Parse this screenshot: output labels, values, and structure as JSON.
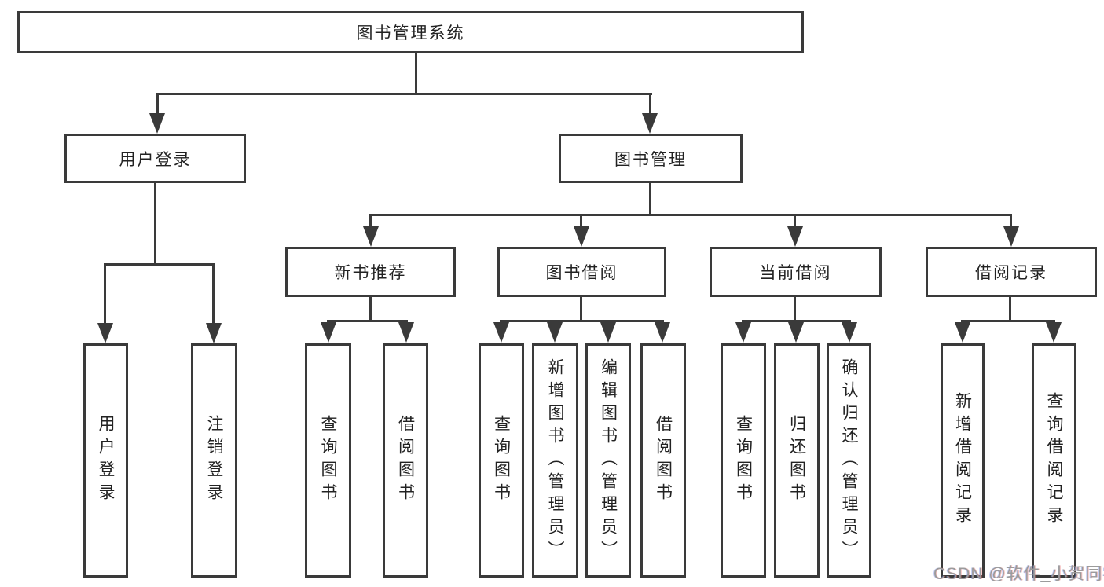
{
  "diagram": {
    "title": "图书管理系统",
    "root": {
      "label": "图书管理系统"
    },
    "level2": [
      {
        "label": "用户登录"
      },
      {
        "label": "图书管理"
      }
    ],
    "level3": [
      {
        "label": "新书推荐"
      },
      {
        "label": "图书借阅"
      },
      {
        "label": "当前借阅"
      },
      {
        "label": "借阅记录"
      }
    ],
    "leaves": [
      {
        "label": "用户登录"
      },
      {
        "label": "注销登录"
      },
      {
        "label": "查询图书"
      },
      {
        "label": "借阅图书"
      },
      {
        "label": "查询图书"
      },
      {
        "label": "新增图书（管理员）"
      },
      {
        "label": "编辑图书（管理员）"
      },
      {
        "label": "借阅图书"
      },
      {
        "label": "查询图书"
      },
      {
        "label": "归还图书"
      },
      {
        "label": "确认归还（管理员）"
      },
      {
        "label": "新增借阅记录"
      },
      {
        "label": "查询借阅记录"
      }
    ],
    "watermark": "CSDN @软件_小贺同学",
    "colors": {
      "line": "#3a3a3a",
      "text": "#222222",
      "background": "#ffffff",
      "watermark": "#9b9b9b"
    }
  }
}
